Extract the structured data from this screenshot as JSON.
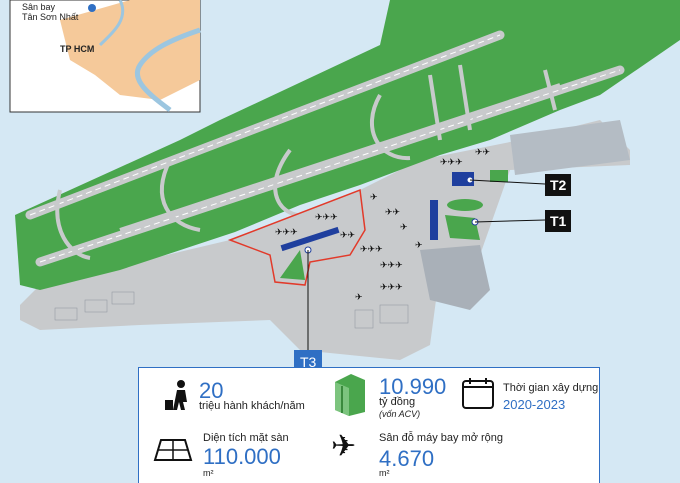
{
  "inset": {
    "airport_label_1": "Sân bay",
    "airport_label_2": "Tân Sơn Nhất",
    "city_label": "TP HCM"
  },
  "terminals": {
    "t1": "T1",
    "t2": "T2",
    "t3": "T3"
  },
  "stats": {
    "passengers": {
      "value": "20",
      "label": "triệu hành khách/năm"
    },
    "cost": {
      "value": "10.990",
      "label": "tỷ đồng",
      "note": "(vốn ACV)"
    },
    "time": {
      "label": "Thời gian xây dựng",
      "value": "2020-2023"
    },
    "floor": {
      "label": "Diện tích mặt sàn",
      "value": "110.000",
      "unit": "m²"
    },
    "apron": {
      "label": "Sân đỗ máy bay mở rộng",
      "value": "4.670",
      "unit": "m²"
    }
  },
  "colors": {
    "water": "#d5e8f4",
    "grass": "#4aa64d",
    "pavement": "#c8cacc",
    "terminal": "#1f3f9e",
    "accent": "#2f6fc4"
  }
}
